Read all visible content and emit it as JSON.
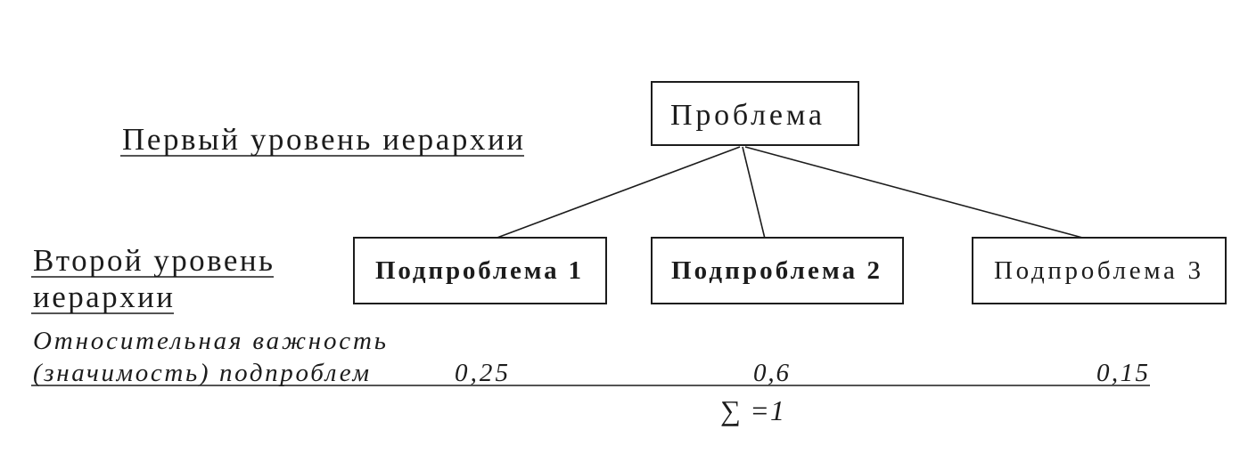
{
  "levels": {
    "first_label": "Первый уровень иерархии",
    "second_label_line1": "Второй уровень",
    "second_label_line2": "иерархии"
  },
  "nodes": {
    "root": "Проблема",
    "children": [
      "Подпроблема 1",
      "Подпроблема 2",
      "Подпроблема 3"
    ]
  },
  "weights": {
    "label_line1": "Относительная важность",
    "label_line2": "(значимость) подпроблем",
    "values": [
      "0,25",
      "0,6",
      "0,15"
    ],
    "sum": "∑ =1"
  }
}
